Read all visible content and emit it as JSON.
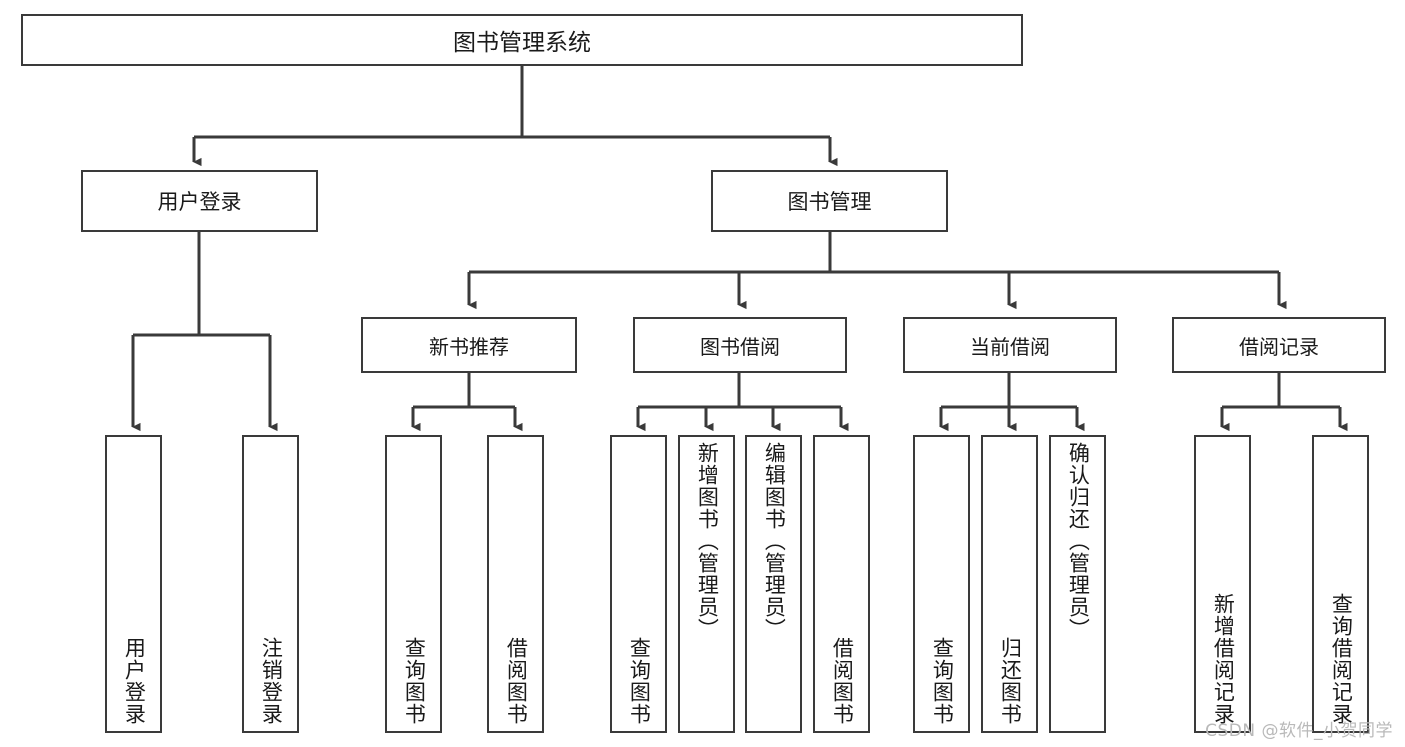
{
  "diagram": {
    "title_node": {
      "label": "图书管理系统"
    },
    "level2": [
      {
        "id": "user-login",
        "label": "用户登录"
      },
      {
        "id": "book-management",
        "label": "图书管理"
      }
    ],
    "level3": [
      {
        "id": "new-book-recommend",
        "label": "新书推荐"
      },
      {
        "id": "book-borrow",
        "label": "图书借阅"
      },
      {
        "id": "current-borrow",
        "label": "当前借阅"
      },
      {
        "id": "borrow-record",
        "label": "借阅记录"
      }
    ],
    "leaves": [
      {
        "id": "user-login-leaf",
        "label": "用户登录"
      },
      {
        "id": "user-logout-leaf",
        "label": "注销登录"
      },
      {
        "id": "query-book-1",
        "label": "查询图书"
      },
      {
        "id": "borrow-book-1",
        "label": "借阅图书"
      },
      {
        "id": "query-book-2",
        "label": "查询图书"
      },
      {
        "id": "add-book-admin",
        "label": "新增图书（管理员）"
      },
      {
        "id": "edit-book-admin",
        "label": "编辑图书（管理员）"
      },
      {
        "id": "borrow-book-2",
        "label": "借阅图书"
      },
      {
        "id": "query-book-3",
        "label": "查询图书"
      },
      {
        "id": "return-book",
        "label": "归还图书"
      },
      {
        "id": "confirm-return-admin",
        "label": "确认归还（管理员）"
      },
      {
        "id": "add-borrow-record",
        "label": "新增借阅记录"
      },
      {
        "id": "query-borrow-record",
        "label": "查询借阅记录"
      }
    ],
    "watermark": "CSDN @软件_小贺同学",
    "colors": {
      "border": "#3a3a3a",
      "background": "#ffffff",
      "text": "#1a1a1a",
      "watermark": "#b9b9b9"
    }
  }
}
